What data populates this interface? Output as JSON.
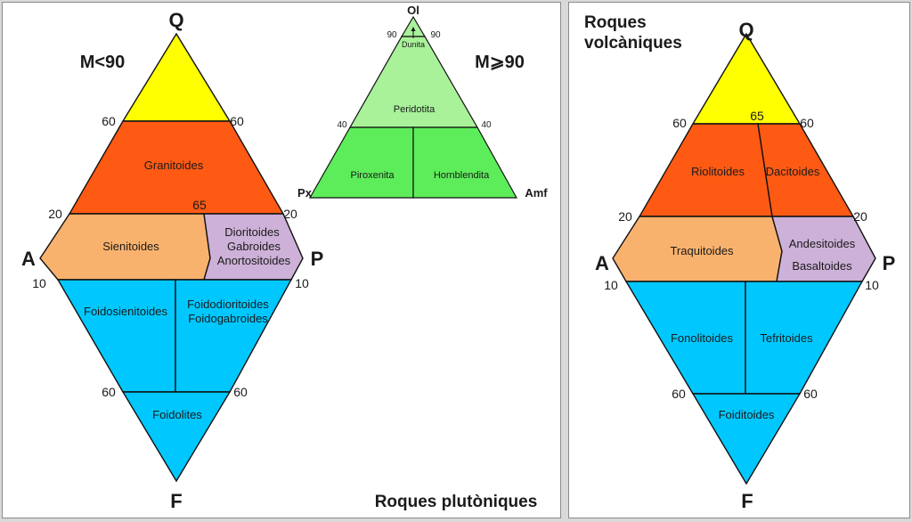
{
  "colors": {
    "quartz": "#ffff00",
    "granitoid": "#ff5a14",
    "syenite": "#f9b26e",
    "diorite": "#cdb1d8",
    "foid": "#00c8ff",
    "ultramafic_light": "#a9f29a",
    "ultramafic": "#5ded5a"
  },
  "plutonic": {
    "vertices": {
      "q": "Q",
      "a": "A",
      "p": "P",
      "f": "F"
    },
    "m_label": "M<90",
    "ticks": {
      "q60_left": "60",
      "q60_right": "60",
      "q20_left": "20",
      "q20_right": "20",
      "c65": "65",
      "f10_left": "10",
      "f10_right": "10",
      "f60_left": "60",
      "f60_right": "60"
    },
    "fields": {
      "granitoides": "Granitoides",
      "sienitoides": "Sienitoides",
      "diorit_1": "Dioritoides",
      "diorit_2": "Gabroides",
      "diorit_3": "Anortositoides",
      "foidosienitoides": "Foidosienitoides",
      "foidodio_1": "Foidodioritoides",
      "foidodio_2": "Foidogabroides",
      "foidolites": "Foidolites"
    },
    "title": "Roques plutòniques"
  },
  "ultramafic": {
    "vertices": {
      "ol": "Ol",
      "px": "Px",
      "amf": "Amf"
    },
    "m_label": "M⩾90",
    "ticks": {
      "t90_left": "90",
      "t90_right": "90",
      "t40_left": "40",
      "t40_right": "40"
    },
    "fields": {
      "dunita": "Dunita",
      "peridotita": "Peridotita",
      "piroxenita": "Piroxenita",
      "hornblendita": "Hornblendita"
    }
  },
  "volcanic": {
    "title_line1": "Roques",
    "title_line2": "volcàniques",
    "vertices": {
      "q": "Q",
      "a": "A",
      "p": "P",
      "f": "F"
    },
    "ticks": {
      "q60_left": "60",
      "q60_right": "60",
      "c65": "65",
      "q20_left": "20",
      "q20_right": "20",
      "f10_left": "10",
      "f10_right": "10",
      "f60_left": "60",
      "f60_right": "60"
    },
    "fields": {
      "riolitoides": "Riolitoides",
      "dacitoides": "Dacitoides",
      "traquitoides": "Traquitoides",
      "andesitoides": "Andesitoides",
      "basaltoides": "Basaltoides",
      "fonolitoides": "Fonolitoides",
      "tefritoides": "Tefritoides",
      "foiditoides": "Foiditoides"
    }
  }
}
